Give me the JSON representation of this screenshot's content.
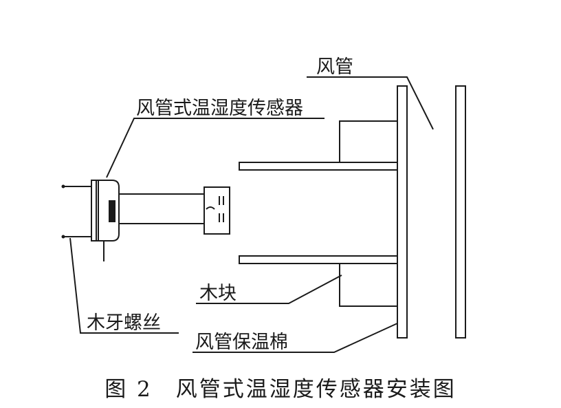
{
  "labels": {
    "duct": "风管",
    "sensor": "风管式温湿度传感器",
    "wood_block": "木块",
    "wood_screw": "木牙螺丝",
    "duct_insulation": "风管保温棉"
  },
  "caption": "图 2　风管式温湿度传感器安装图",
  "colors": {
    "ink": "#1a1a1a",
    "background": "#ffffff"
  }
}
